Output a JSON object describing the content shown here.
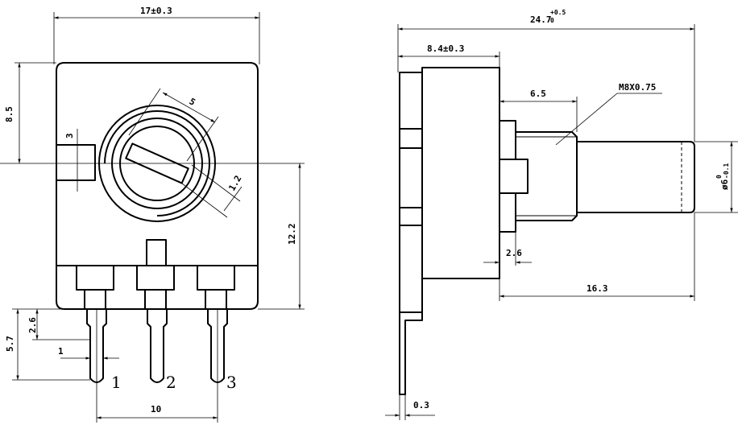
{
  "front_view": {
    "dims": {
      "width": "17±0.3",
      "height_top": "8.5",
      "tab_width": "3",
      "slot_width": "5",
      "slot_depth": "1.2",
      "pin_center_height": "12.2",
      "pin_spacing": "10",
      "pin_width": "1",
      "pin_shoulder": "2.6",
      "pin_length": "5.7"
    },
    "pins": [
      "1",
      "2",
      "3"
    ]
  },
  "side_view": {
    "dims": {
      "overall_length": "24.7",
      "overall_tol_upper": "+0.5",
      "overall_tol_lower": "0",
      "body_length": "8.4±0.3",
      "thread_length": "6.5",
      "thread_spec": "M8X0.75",
      "bushing_step": "2.6",
      "shaft_length": "16.3",
      "shaft_dia": "ø6",
      "shaft_dia_tol_upper": "0",
      "shaft_dia_tol_lower": "-0.1",
      "terminal_thickness": "0.3"
    }
  }
}
